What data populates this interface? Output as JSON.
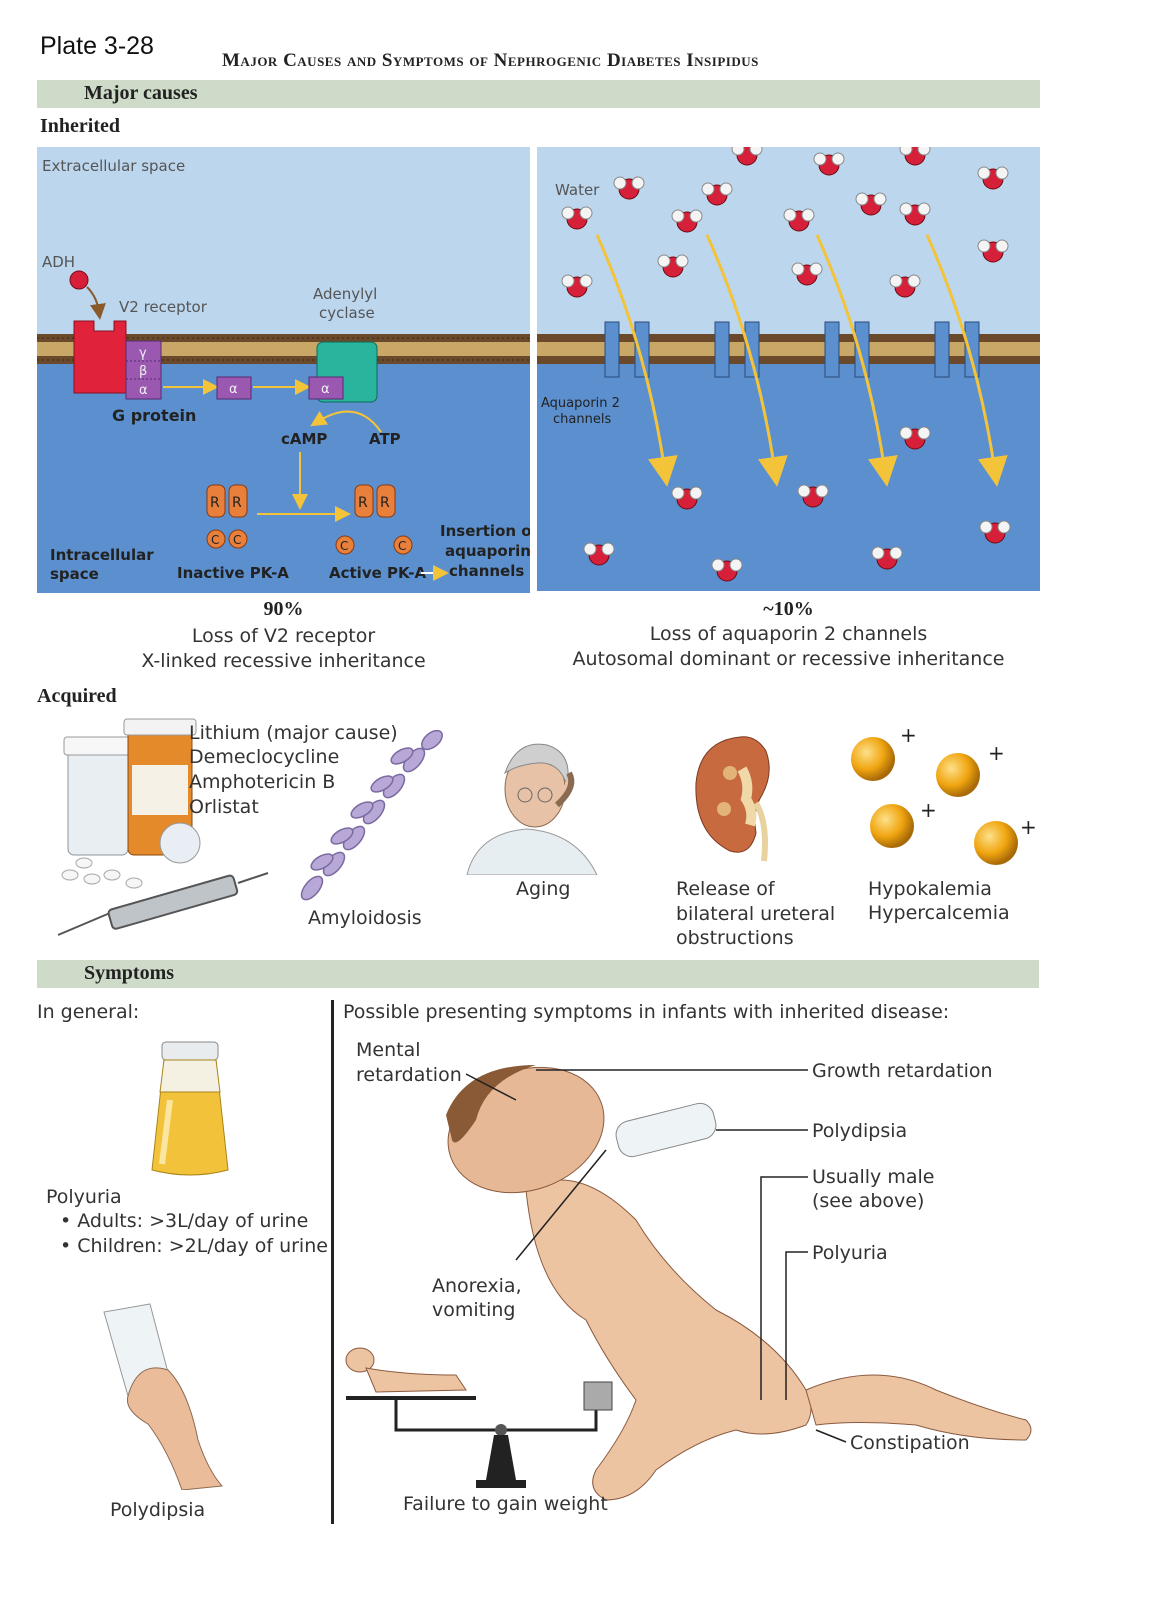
{
  "plate": "Plate 3-28",
  "title": "Major Causes and Symptoms of Nephrogenic Diabetes Insipidus",
  "major_causes_band": "Major causes",
  "inherited": {
    "heading": "Inherited",
    "left_panel": {
      "extracellular": "Extracellular space",
      "adh": "ADH",
      "v2_receptor": "V2 receptor",
      "adenylyl_cyclase_1": "Adenylyl",
      "adenylyl_cyclase_2": "cyclase",
      "gamma": "γ",
      "beta": "β",
      "alpha": "α",
      "g_protein": "G protein",
      "camp": "cAMP",
      "atp": "ATP",
      "r": "R",
      "c": "C",
      "intracellular_1": "Intracellular",
      "intracellular_2": "space",
      "inactive_pka": "Inactive PK-A",
      "active_pka": "Active PK-A",
      "insertion_1": "Insertion of",
      "insertion_2": "aquaporin",
      "insertion_3": "channels"
    },
    "right_panel": {
      "water": "Water",
      "aquaporin_1": "Aquaporin 2",
      "aquaporin_2": "channels"
    },
    "left_caption": {
      "pct": "90%",
      "line1": "Loss of V2 receptor",
      "line2": "X-linked recessive inheritance"
    },
    "right_caption": {
      "pct": "~10%",
      "line1": "Loss of aquaporin 2 channels",
      "line2": "Autosomal dominant or recessive inheritance"
    }
  },
  "acquired": {
    "heading": "Acquired",
    "drugs": [
      "Lithium (major cause)",
      "Demeclocycline",
      "Amphotericin B",
      "Orlistat"
    ],
    "amyloidosis": "Amyloidosis",
    "aging": "Aging",
    "release": [
      "Release of",
      "bilateral ureteral",
      "obstructions"
    ],
    "electrolytes": [
      "Hypokalemia",
      "Hypercalcemia"
    ],
    "plus": "+"
  },
  "symptoms_band": "Symptoms",
  "symptoms": {
    "in_general": "In general:",
    "polyuria": "Polyuria",
    "adults": "• Adults: >3L/day of urine",
    "children": "• Children: >2L/day of urine",
    "polydipsia": "Polydipsia",
    "infants_heading": "Possible presenting symptoms in infants with inherited disease:",
    "mental_1": "Mental",
    "mental_2": "retardation",
    "growth": "Growth retardation",
    "polydipsia_r": "Polydipsia",
    "male_1": "Usually male",
    "male_2": "(see above)",
    "polyuria_r": "Polyuria",
    "anorexia_1": "Anorexia,",
    "anorexia_2": "vomiting",
    "constipation": "Constipation",
    "failure": "Failure to gain weight"
  },
  "colors": {
    "band": "#cddbc8",
    "extracellular": "#bcd6ee",
    "intracellular": "#5b8fce",
    "receptor": "#e0223a",
    "gprotein": "#9b58b0",
    "cyclase": "#29b49e",
    "pka": "#e87f3a",
    "arrow": "#f3c33a"
  }
}
